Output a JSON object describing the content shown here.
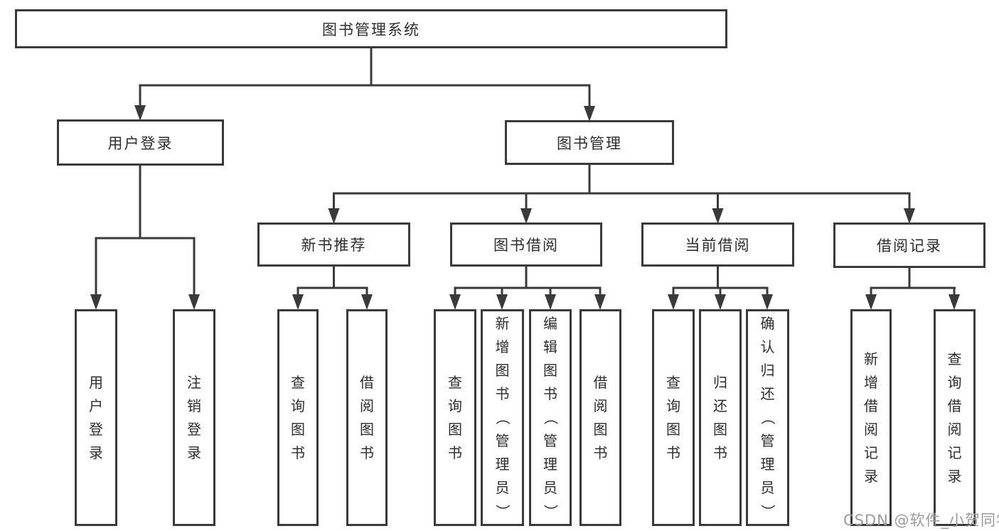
{
  "diagram": {
    "title": "图书管理系统",
    "type": "hierarchy-tree",
    "colors": {
      "line": "#3a3a3a",
      "box_border": "#3a3a3a",
      "text": "#2d2d2d",
      "background": "#ffffff",
      "watermark": "#9b9b9b"
    },
    "watermark": "CSDN @软件_小贺同学",
    "nodes": {
      "root": {
        "label": "图书管理系统"
      },
      "user_login": {
        "label": "用户登录"
      },
      "book_mgmt": {
        "label": "图书管理"
      },
      "new_book_rec": {
        "label": "新书推荐"
      },
      "book_borrow": {
        "label": "图书借阅"
      },
      "current_borrow": {
        "label": "当前借阅"
      },
      "borrow_records": {
        "label": "借阅记录"
      },
      "leaf_user_login": {
        "label": "用户登录"
      },
      "leaf_logout": {
        "label": "注销登录"
      },
      "leaf_query_books_1": {
        "label": "查询图书"
      },
      "leaf_borrow_books_1": {
        "label": "借阅图书"
      },
      "leaf_query_books_2": {
        "label": "查询图书"
      },
      "leaf_add_books": {
        "label": "新增图书（管理员）"
      },
      "leaf_edit_books": {
        "label": "编辑图书（管理员）"
      },
      "leaf_borrow_books_2": {
        "label": "借阅图书"
      },
      "leaf_query_books_3": {
        "label": "查询图书"
      },
      "leaf_return_books": {
        "label": "归还图书"
      },
      "leaf_confirm_return": {
        "label": "确认归还（管理员）"
      },
      "leaf_add_record": {
        "label": "新增借阅记录"
      },
      "leaf_query_record": {
        "label": "查询借阅记录"
      }
    },
    "edges": [
      "图书管理系统→用户登录",
      "图书管理系统→图书管理",
      "用户登录→用户登录",
      "用户登录→注销登录",
      "图书管理→新书推荐",
      "图书管理→图书借阅",
      "图书管理→当前借阅",
      "图书管理→借阅记录",
      "新书推荐→查询图书",
      "新书推荐→借阅图书",
      "图书借阅→查询图书",
      "图书借阅→新增图书（管理员）",
      "图书借阅→编辑图书（管理员）",
      "图书借阅→借阅图书",
      "当前借阅→查询图书",
      "当前借阅→归还图书",
      "当前借阅→确认归还（管理员）",
      "借阅记录→新增借阅记录",
      "借阅记录→查询借阅记录"
    ]
  }
}
